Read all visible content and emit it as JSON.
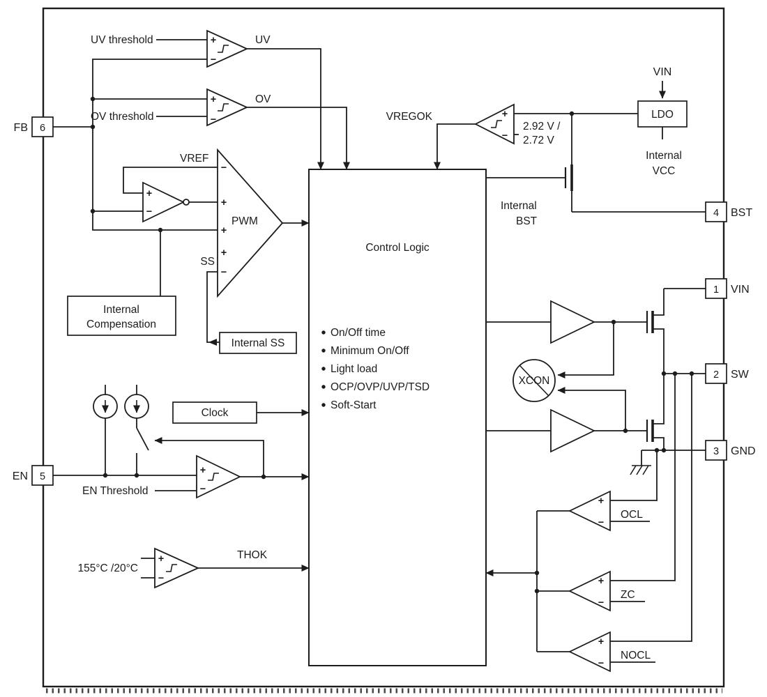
{
  "colors": {
    "ink": "#1c1c1c",
    "background": "#ffffff"
  },
  "pins": {
    "fb": {
      "name": "FB",
      "number": "6"
    },
    "en": {
      "name": "EN",
      "number": "5"
    },
    "bst": {
      "name": "BST",
      "number": "4"
    },
    "vin": {
      "name": "VIN",
      "number": "1"
    },
    "sw": {
      "name": "SW",
      "number": "2"
    },
    "gnd": {
      "name": "GND",
      "number": "3"
    }
  },
  "blocks": {
    "control_logic": {
      "title": "Control Logic",
      "bullets": [
        "On/Off time",
        "Minimum On/Off",
        "Light load",
        "OCP/OVP/UVP/TSD",
        "Soft-Start"
      ]
    },
    "internal_compensation": {
      "line1": "Internal",
      "line2": "Compensation"
    },
    "internal_ss": {
      "label": "Internal SS"
    },
    "clock": {
      "label": "Clock"
    },
    "ldo": {
      "label": "LDO"
    }
  },
  "labels": {
    "uv_threshold": "UV threshold",
    "ov_threshold": "OV threshold",
    "uv": "UV",
    "ov": "OV",
    "vref": "VREF",
    "pwm": "PWM",
    "ss": "SS",
    "vregok": "VREGOK",
    "vreg_level_line1": "2.92 V /",
    "vreg_level_line2": "2.72 V",
    "vin_top": "VIN",
    "internal_vcc_line1": "Internal",
    "internal_vcc_line2": "VCC",
    "internal_bst_line1": "Internal",
    "internal_bst_line2": "BST",
    "xcon": "XCON",
    "en_threshold": "EN Threshold",
    "temp_threshold": "155°C /20°C",
    "thok": "THOK",
    "ocl": "OCL",
    "zc": "ZC",
    "nocl": "NOCL",
    "plus": "+",
    "minus": "−"
  }
}
